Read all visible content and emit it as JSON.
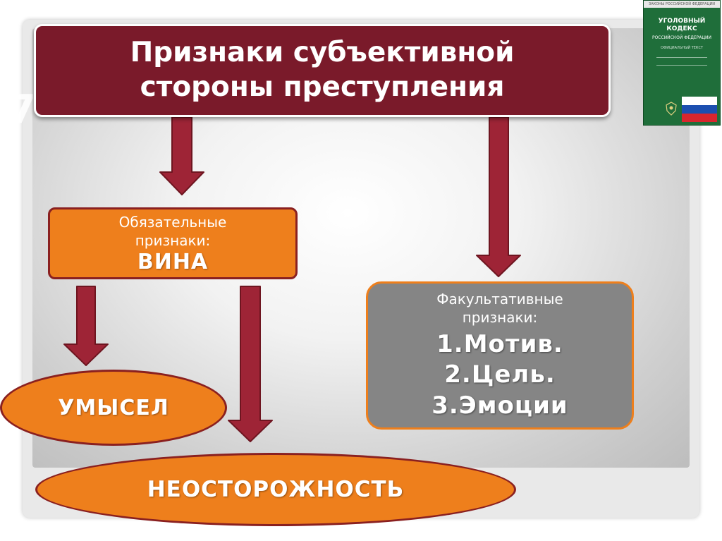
{
  "slide_number": "7",
  "title": {
    "line1": "Признаки субъективной",
    "line2": "стороны преступления"
  },
  "mandatory": {
    "label_line1": "Обязательные",
    "label_line2": "признаки:",
    "value": "ВИНА"
  },
  "optional": {
    "label_line1": "Факультативные",
    "label_line2": "признаки:",
    "items": [
      "1.Мотив.",
      "2.Цель.",
      "3.Эмоции"
    ]
  },
  "forms": {
    "intent": "УМЫСЕЛ",
    "negligence": "НЕОСТОРОЖНОСТЬ"
  },
  "book": {
    "title_line1": "УГОЛОВНЫЙ",
    "title_line2": "КОДЕКС",
    "subtitle": "РОССИЙСКОЙ ФЕДЕРАЦИИ",
    "official": "ОФИЦИАЛЬНЫЙ ТЕКСТ",
    "publisher_stripe": "ЗАКОНЫ РОССИЙСКОЙ ФЕДЕРАЦИИ"
  },
  "colors": {
    "title_bg": "#7a1a2a",
    "arrow_fill": "#9e2436",
    "accent_orange": "#ee7f1c",
    "optional_bg": "#858585"
  }
}
